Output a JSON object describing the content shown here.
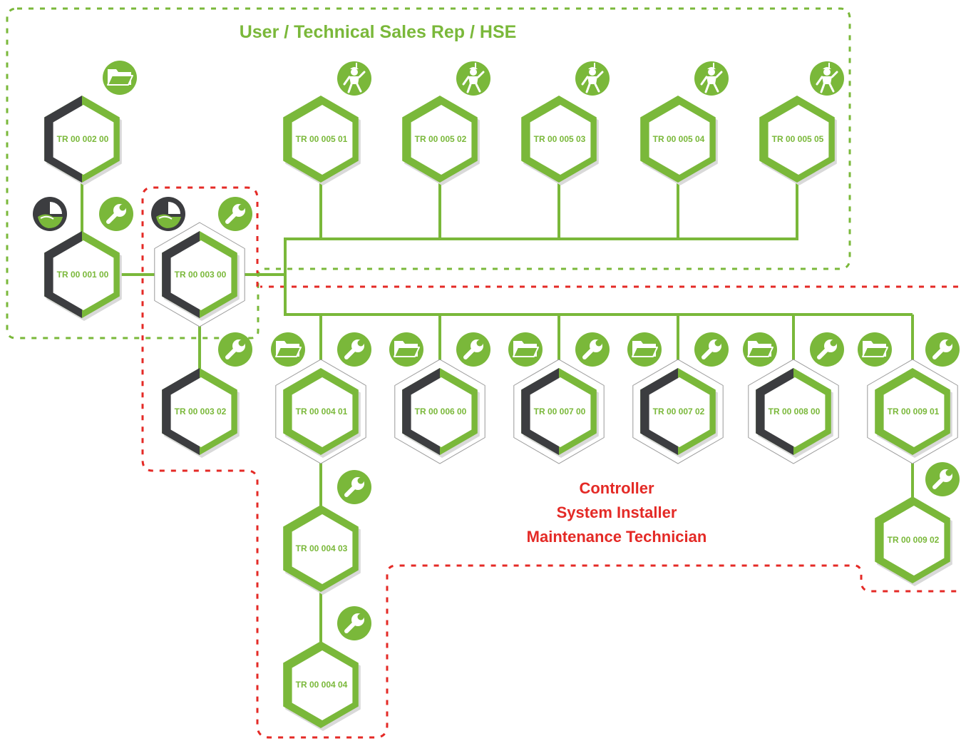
{
  "colors": {
    "green": "#7ab83a",
    "dark": "#3c3d40",
    "red": "#e42a26",
    "node_fill": "#ffffff",
    "ring": "#9a9a9a"
  },
  "zones": {
    "user": {
      "label": "User / Technical Sales Rep / HSE"
    },
    "controller": {
      "lines": [
        "Controller",
        "System Installer",
        "Maintenance Technician"
      ]
    }
  },
  "nodes": [
    {
      "id": "TR 00 002 00",
      "style": "dark",
      "ring": false,
      "icons": [
        "book-icon"
      ]
    },
    {
      "id": "TR 00 001 00",
      "style": "dark",
      "ring": false,
      "icons": [
        "clock-icon",
        "wrench-icon"
      ]
    },
    {
      "id": "TR 00 003 00",
      "style": "dark",
      "ring": true,
      "icons": [
        "clock-icon",
        "wrench-icon"
      ]
    },
    {
      "id": "TR 00 003 02",
      "style": "dark",
      "ring": false,
      "icons": [
        "wrench-icon"
      ]
    },
    {
      "id": "TR 00 005 01",
      "style": "green",
      "ring": false,
      "icons": [
        "harness-worker-icon"
      ]
    },
    {
      "id": "TR 00 005 02",
      "style": "green",
      "ring": false,
      "icons": [
        "harness-worker-icon"
      ]
    },
    {
      "id": "TR 00 005 03",
      "style": "green",
      "ring": false,
      "icons": [
        "harness-worker-icon"
      ]
    },
    {
      "id": "TR 00 005 04",
      "style": "green",
      "ring": false,
      "icons": [
        "harness-worker-icon"
      ]
    },
    {
      "id": "TR 00 005 05",
      "style": "green",
      "ring": false,
      "icons": [
        "harness-worker-icon"
      ]
    },
    {
      "id": "TR 00 004 01",
      "style": "green",
      "ring": true,
      "icons": [
        "book-icon",
        "wrench-icon"
      ]
    },
    {
      "id": "TR 00 006 00",
      "style": "dark",
      "ring": true,
      "icons": [
        "book-icon",
        "wrench-icon"
      ]
    },
    {
      "id": "TR 00 007 00",
      "style": "dark",
      "ring": true,
      "icons": [
        "book-icon",
        "wrench-icon"
      ]
    },
    {
      "id": "TR 00 007 02",
      "style": "dark",
      "ring": true,
      "icons": [
        "book-icon",
        "wrench-icon"
      ]
    },
    {
      "id": "TR 00 008 00",
      "style": "dark",
      "ring": true,
      "icons": [
        "book-icon",
        "wrench-icon"
      ]
    },
    {
      "id": "TR 00 009 01",
      "style": "green",
      "ring": true,
      "icons": [
        "book-icon",
        "wrench-icon"
      ]
    },
    {
      "id": "TR 00 009 02",
      "style": "green",
      "ring": false,
      "icons": [
        "wrench-icon"
      ]
    },
    {
      "id": "TR 00 004 03",
      "style": "green",
      "ring": false,
      "icons": [
        "wrench-icon"
      ]
    },
    {
      "id": "TR 00 004 04",
      "style": "green",
      "ring": false,
      "icons": [
        "wrench-icon"
      ]
    }
  ],
  "links": [
    [
      "TR 00 002 00",
      "TR 00 001 00"
    ],
    [
      "TR 00 001 00",
      "TR 00 003 00"
    ],
    [
      "TR 00 003 00",
      "TR 00 003 02"
    ],
    [
      "TR 00 003 00",
      "TR 00 005 01"
    ],
    [
      "TR 00 003 00",
      "TR 00 005 02"
    ],
    [
      "TR 00 003 00",
      "TR 00 005 03"
    ],
    [
      "TR 00 003 00",
      "TR 00 005 04"
    ],
    [
      "TR 00 003 00",
      "TR 00 005 05"
    ],
    [
      "TR 00 003 00",
      "TR 00 004 01"
    ],
    [
      "TR 00 003 00",
      "TR 00 006 00"
    ],
    [
      "TR 00 003 00",
      "TR 00 007 00"
    ],
    [
      "TR 00 003 00",
      "TR 00 007 02"
    ],
    [
      "TR 00 003 00",
      "TR 00 008 00"
    ],
    [
      "TR 00 003 00",
      "TR 00 009 01"
    ],
    [
      "TR 00 004 01",
      "TR 00 004 03"
    ],
    [
      "TR 00 004 03",
      "TR 00 004 04"
    ],
    [
      "TR 00 009 01",
      "TR 00 009 02"
    ]
  ]
}
